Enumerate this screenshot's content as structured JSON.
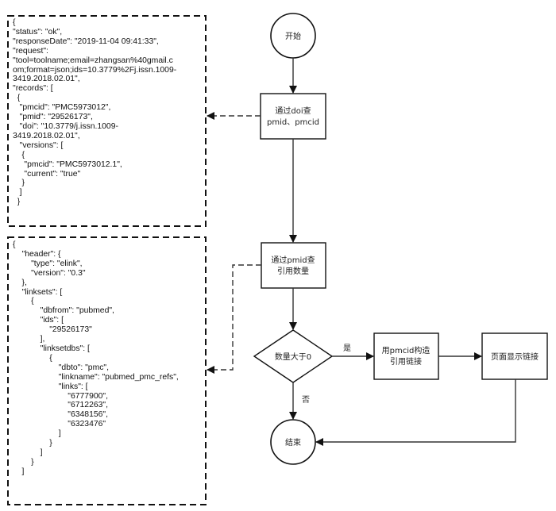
{
  "json_panels": [
    {
      "name": "idconv-response",
      "lines": [
        "{",
        "\"status\": \"ok\",",
        "\"responseDate\": \"2019-11-04 09:41:33\",",
        "\"request\":",
        "\"tool=toolname;email=zhangsan%40gmail.c",
        "om;format=json;ids=10.3779%2Fj.issn.1009-",
        "3419.2018.02.01\",",
        "\"records\": [",
        "  {",
        "   \"pmcid\": \"PMC5973012\",",
        "   \"pmid\": \"29526173\",",
        "   \"doi\": \"10.3779/j.issn.1009-",
        "3419.2018.02.01\",",
        "   \"versions\": [",
        "    {",
        "     \"pmcid\": \"PMC5973012.1\",",
        "     \"current\": \"true\"",
        "    }",
        "   ]",
        "  }"
      ]
    },
    {
      "name": "elink-response",
      "lines": [
        "{",
        "    \"header\": {",
        "        \"type\": \"elink\",",
        "        \"version\": \"0.3\"",
        "    },",
        "    \"linksets\": [",
        "        {",
        "            \"dbfrom\": \"pubmed\",",
        "            \"ids\": [",
        "                \"29526173\"",
        "            ],",
        "            \"linksetdbs\": [",
        "                {",
        "                    \"dbto\": \"pmc\",",
        "                    \"linkname\": \"pubmed_pmc_refs\",",
        "                    \"links\": [",
        "                        \"6777900\",",
        "                        \"6712263\",",
        "                        \"6348156\",",
        "                        \"6323476\"",
        "                    ]",
        "                }",
        "            ]",
        "        }",
        "    ]"
      ]
    }
  ],
  "flowchart": {
    "nodes": {
      "start": {
        "label": "开始"
      },
      "query_doi": {
        "label_line1": "通过doi查",
        "label_line2": "pmid、pmcid"
      },
      "query_pmid": {
        "label_line1": "通过pmid查",
        "label_line2": "引用数量"
      },
      "decision": {
        "label": "数量大于0"
      },
      "build_links": {
        "label_line1": "用pmcid构造",
        "label_line2": "引用链接"
      },
      "display_links": {
        "label": "页面显示链接"
      },
      "end": {
        "label": "结束"
      }
    },
    "edges": {
      "yes_label": "是",
      "no_label": "否"
    }
  }
}
